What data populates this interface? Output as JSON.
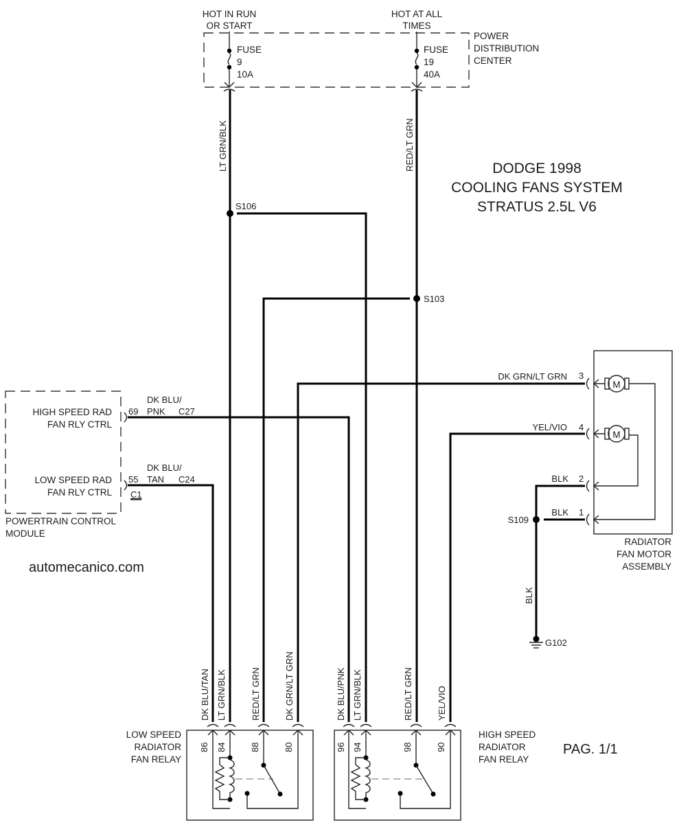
{
  "diagram": {
    "title_lines": [
      "DODGE 1998",
      "COOLING FANS SYSTEM",
      "STRATUS 2.5L V6"
    ],
    "watermark": "automecanico.com",
    "page": "PAG. 1/1"
  },
  "power_distribution_center": {
    "label_lines": [
      "POWER",
      "DISTRIBUTION",
      "CENTER"
    ],
    "fuses": [
      {
        "header_lines": [
          "HOT IN RUN",
          "OR START"
        ],
        "label": "FUSE",
        "number": "9",
        "rating": "10A",
        "wire": "LT GRN/BLK"
      },
      {
        "header_lines": [
          "HOT AT ALL",
          "TIMES"
        ],
        "label": "FUSE",
        "number": "19",
        "rating": "40A",
        "wire": "RED/LT GRN"
      }
    ]
  },
  "splices": {
    "s106": "S106",
    "s103": "S103",
    "s109": "S109"
  },
  "ground": {
    "label": "G102",
    "wire": "BLK"
  },
  "pcm": {
    "label_lines": [
      "POWERTRAIN CONTROL",
      "MODULE"
    ],
    "connector": "C1",
    "pins": [
      {
        "name_lines": [
          "HIGH SPEED RAD",
          "FAN RLY CTRL"
        ],
        "pin": "69",
        "wire_lines": [
          "DK BLU/",
          "PNK"
        ],
        "circuit": "C27"
      },
      {
        "name_lines": [
          "LOW SPEED RAD",
          "FAN RLY CTRL"
        ],
        "pin": "55",
        "wire_lines": [
          "DK BLU/",
          "TAN"
        ],
        "circuit": "C24"
      }
    ]
  },
  "fan_motor_assembly": {
    "label_lines": [
      "RADIATOR",
      "FAN MOTOR",
      "ASSEMBLY"
    ],
    "motor_symbol": "M",
    "pins": [
      {
        "pin": "3",
        "wire": "DK GRN/LT GRN"
      },
      {
        "pin": "4",
        "wire": "YEL/VIO"
      },
      {
        "pin": "2",
        "wire": "BLK"
      },
      {
        "pin": "1",
        "wire": "BLK"
      }
    ]
  },
  "relays": [
    {
      "label_lines": [
        "LOW SPEED",
        "RADIATOR",
        "FAN RELAY"
      ],
      "pins": [
        {
          "pin": "86",
          "wire": "DK BLU/TAN"
        },
        {
          "pin": "84",
          "wire": "LT GRN/BLK"
        },
        {
          "pin": "88",
          "wire": "RED/LT GRN"
        },
        {
          "pin": "80",
          "wire": "DK GRN/LT GRN"
        }
      ]
    },
    {
      "label_lines": [
        "HIGH SPEED",
        "RADIATOR",
        "FAN RELAY"
      ],
      "pins": [
        {
          "pin": "96",
          "wire": "DK BLU/PNK"
        },
        {
          "pin": "94",
          "wire": "LT GRN/BLK"
        },
        {
          "pin": "98",
          "wire": "RED/LT GRN"
        },
        {
          "pin": "90",
          "wire": "YEL/VIO"
        }
      ]
    }
  ]
}
